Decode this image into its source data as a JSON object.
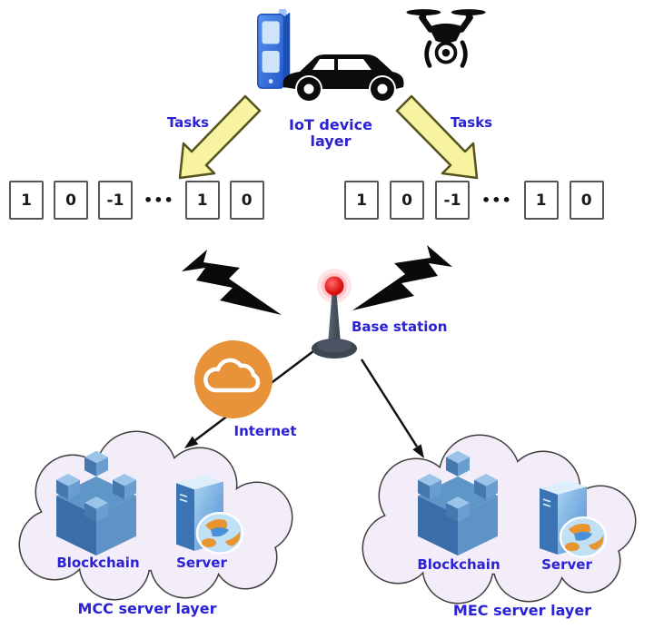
{
  "iot_layer": {
    "label": "IoT device layer",
    "devices": [
      "mobile phone",
      "car",
      "drone"
    ],
    "tasks_left_label": "Tasks",
    "tasks_right_label": "Tasks"
  },
  "task_sequences": {
    "left": {
      "cells": [
        "1",
        "0",
        "-1"
      ],
      "ellipsis": "•••",
      "tail": [
        "1",
        "0"
      ]
    },
    "right": {
      "cells": [
        "1",
        "0",
        "-1"
      ],
      "ellipsis": "•••",
      "tail": [
        "1",
        "0"
      ]
    }
  },
  "network": {
    "base_station_label": "Base station",
    "internet_label": "Internet"
  },
  "mcc_cloud": {
    "blockchain_label": "Blockchain",
    "server_label": "Server",
    "layer_label": "MCC server layer"
  },
  "mec_cloud": {
    "blockchain_label": "Blockchain",
    "server_label": "Server",
    "layer_label": "MEC server layer"
  },
  "icons": [
    "mobile-phone-icon",
    "car-icon",
    "drone-icon",
    "task-arrow-icon",
    "lightning-bolt-icon",
    "base-station-antenna-icon",
    "internet-cloud-icon",
    "cloud-shape",
    "blockchain-icon",
    "server-icon"
  ],
  "colors": {
    "label_blue": "#2a22d4",
    "arrow_yellow_fill": "#f7f3a0",
    "arrow_yellow_stroke": "#55531e",
    "internet_orange": "#e8923a",
    "cloud_fill": "#f3edfa",
    "cloud_stroke": "#3f3f3f",
    "blockchain_blue": "#4a7fb5",
    "server_blue": "#5b9bd5",
    "antenna_red": "#e01616",
    "antenna_gray": "#414b59",
    "bolt_black": "#0a0a0a",
    "box_border": "#555555"
  }
}
